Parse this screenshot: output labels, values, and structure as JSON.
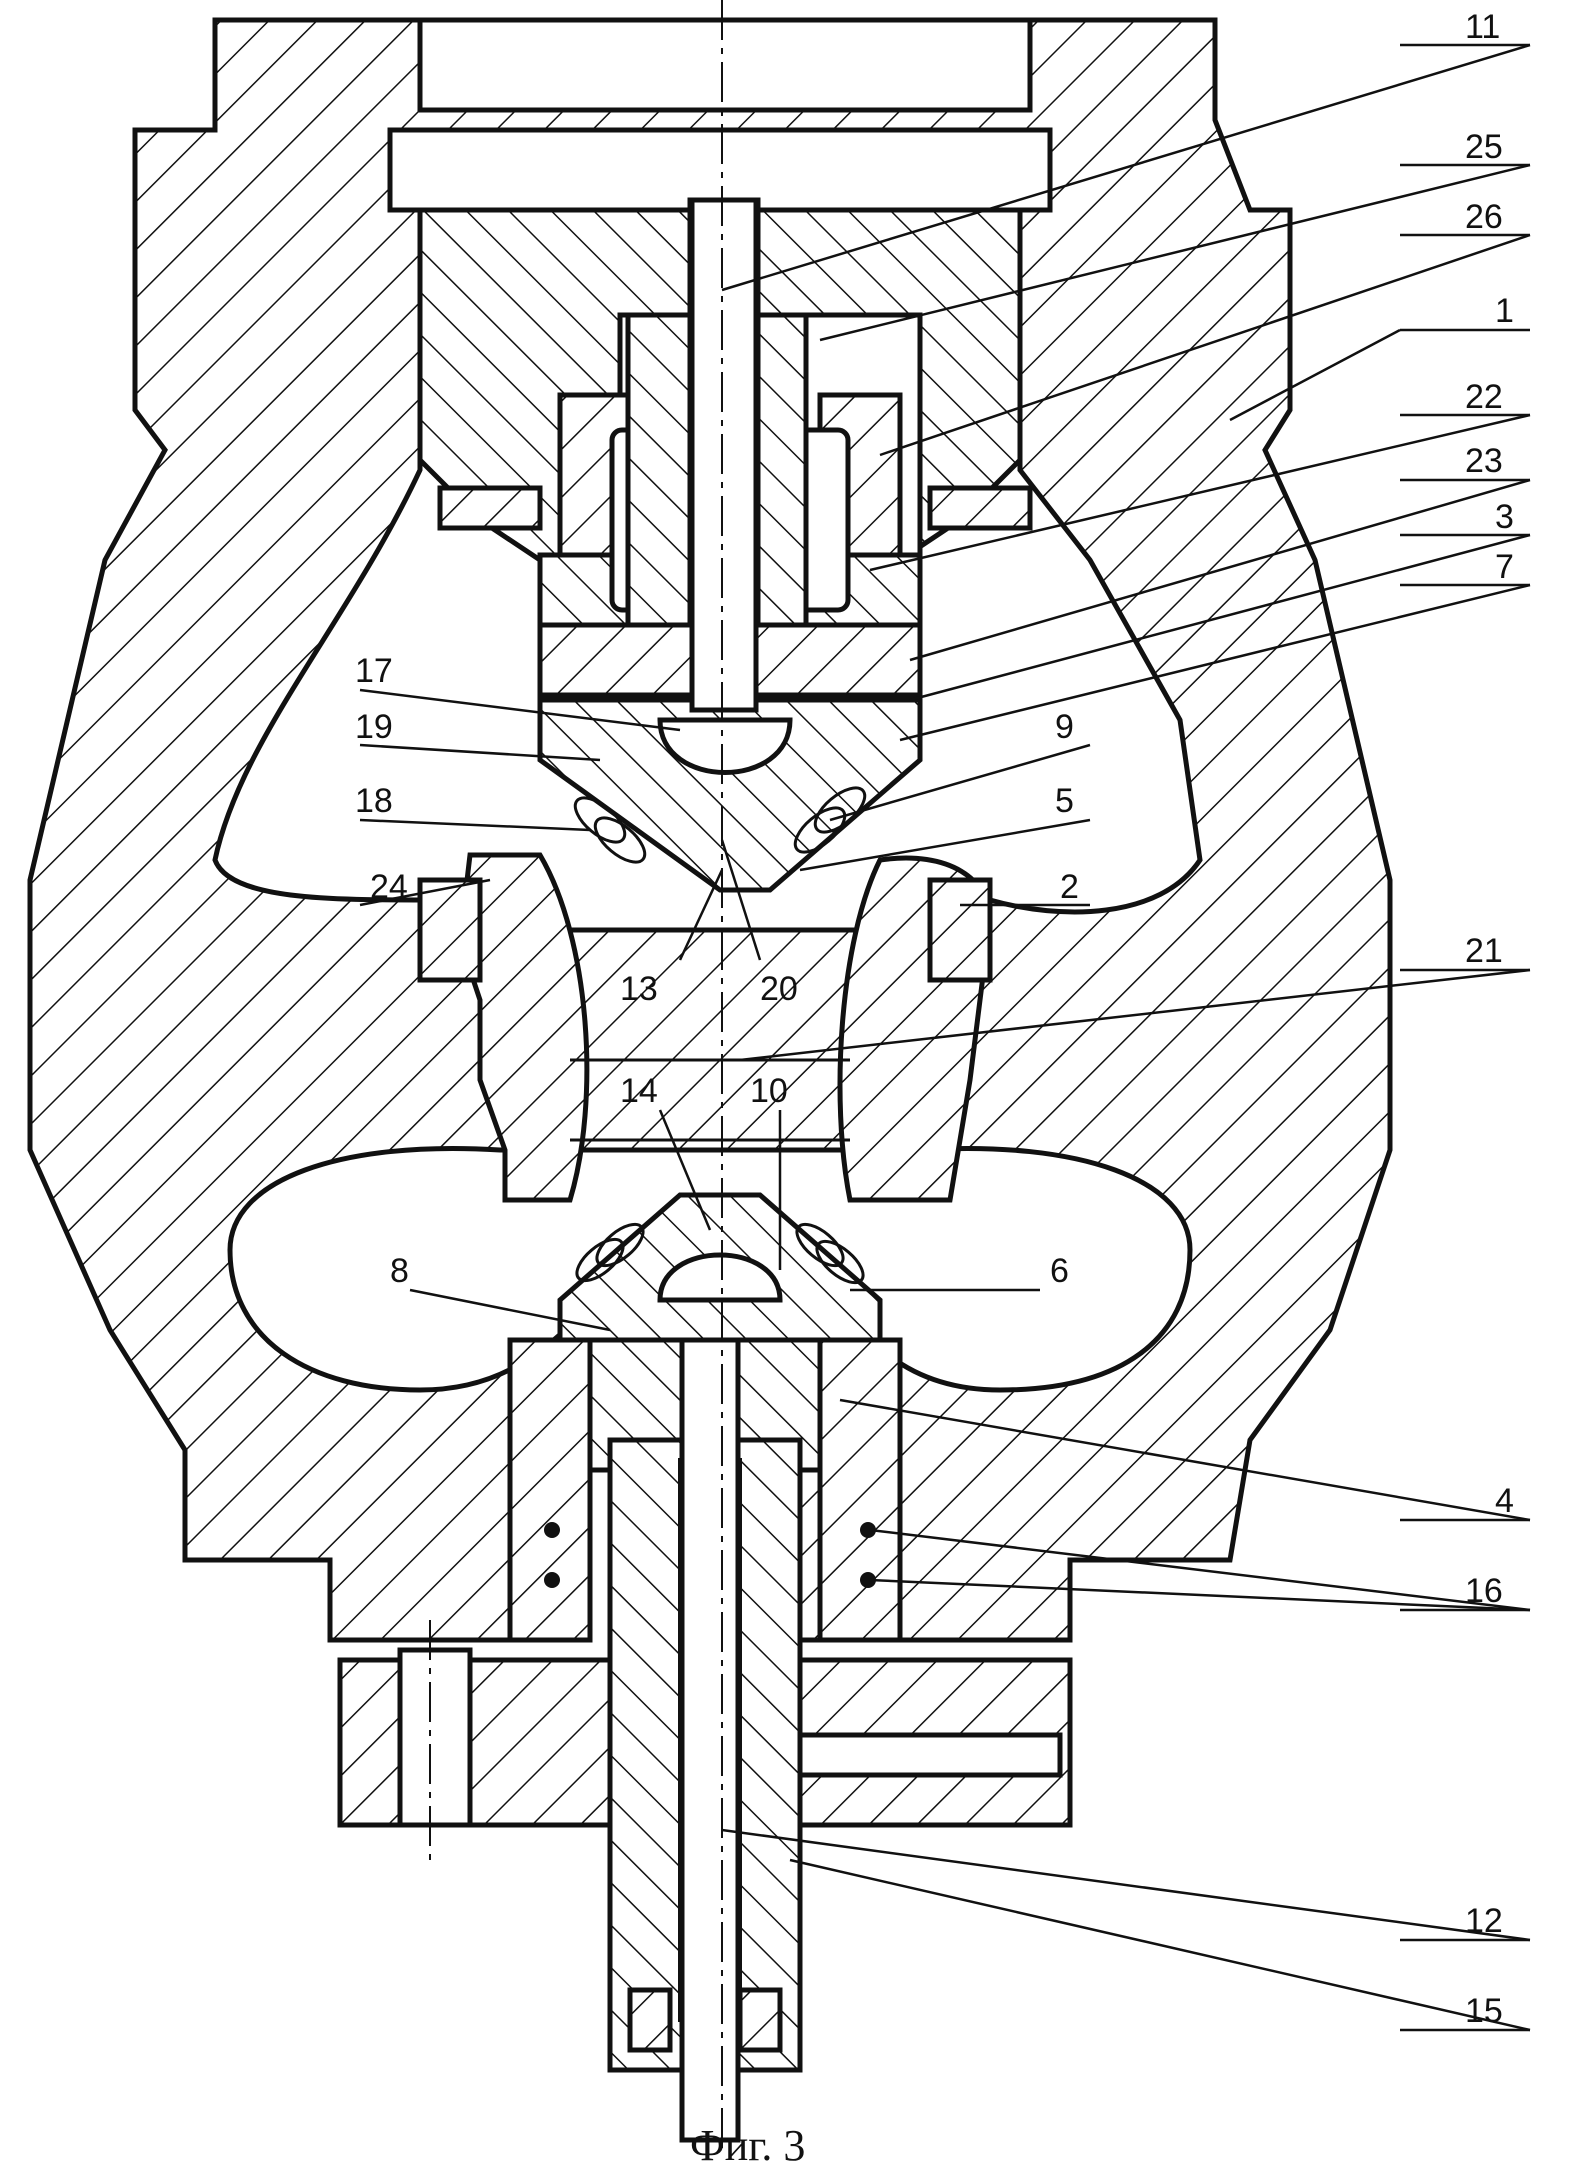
{
  "figure": {
    "caption": "Фиг. 3"
  },
  "callouts": [
    {
      "id": "c11",
      "label": "11"
    },
    {
      "id": "c25",
      "label": "25"
    },
    {
      "id": "c26",
      "label": "26"
    },
    {
      "id": "c1",
      "label": "1"
    },
    {
      "id": "c22",
      "label": "22"
    },
    {
      "id": "c23",
      "label": "23"
    },
    {
      "id": "c3",
      "label": "3"
    },
    {
      "id": "c7",
      "label": "7"
    },
    {
      "id": "c17",
      "label": "17"
    },
    {
      "id": "c19",
      "label": "19"
    },
    {
      "id": "c9",
      "label": "9"
    },
    {
      "id": "c18",
      "label": "18"
    },
    {
      "id": "c5",
      "label": "5"
    },
    {
      "id": "c24",
      "label": "24"
    },
    {
      "id": "c2",
      "label": "2"
    },
    {
      "id": "c21",
      "label": "21"
    },
    {
      "id": "c13",
      "label": "13"
    },
    {
      "id": "c20",
      "label": "20"
    },
    {
      "id": "c14",
      "label": "14"
    },
    {
      "id": "c10",
      "label": "10"
    },
    {
      "id": "c8",
      "label": "8"
    },
    {
      "id": "c6",
      "label": "6"
    },
    {
      "id": "c4",
      "label": "4"
    },
    {
      "id": "c16",
      "label": "16"
    },
    {
      "id": "c12",
      "label": "12"
    },
    {
      "id": "c15",
      "label": "15"
    }
  ]
}
